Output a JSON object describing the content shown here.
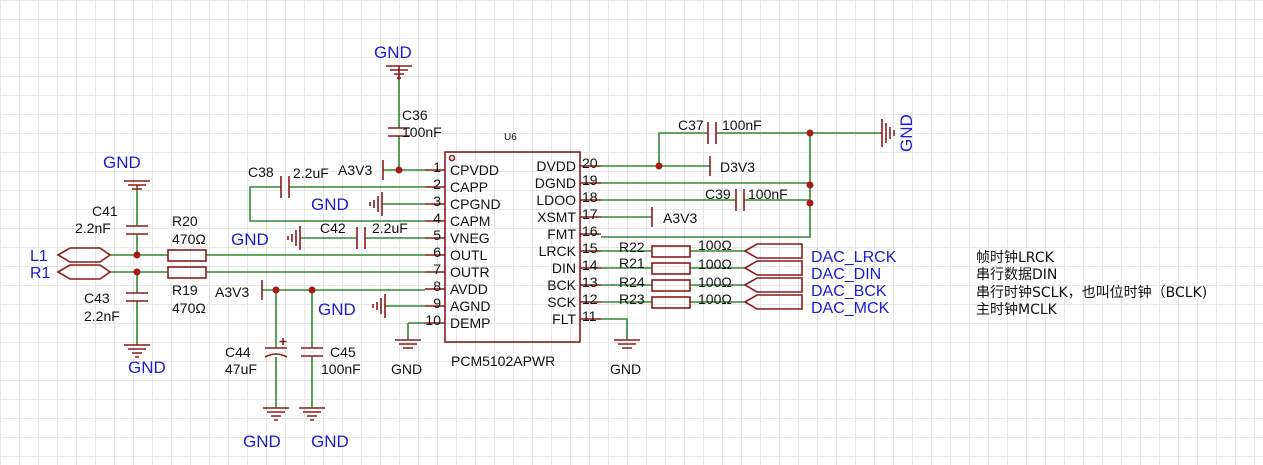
{
  "chip": {
    "refdes": "U6",
    "part": "PCM5102APWR",
    "left_pins": [
      {
        "num": "1",
        "name": "CPVDD"
      },
      {
        "num": "2",
        "name": "CAPP"
      },
      {
        "num": "3",
        "name": "CPGND"
      },
      {
        "num": "4",
        "name": "CAPM"
      },
      {
        "num": "5",
        "name": "VNEG"
      },
      {
        "num": "6",
        "name": "OUTL"
      },
      {
        "num": "7",
        "name": "OUTR"
      },
      {
        "num": "8",
        "name": "AVDD"
      },
      {
        "num": "9",
        "name": "AGND"
      },
      {
        "num": "10",
        "name": "DEMP"
      }
    ],
    "right_pins": [
      {
        "num": "20",
        "name": "DVDD"
      },
      {
        "num": "19",
        "name": "DGND"
      },
      {
        "num": "18",
        "name": "LDOO"
      },
      {
        "num": "17",
        "name": "XSMT"
      },
      {
        "num": "16",
        "name": "FMT"
      },
      {
        "num": "15",
        "name": "LRCK"
      },
      {
        "num": "14",
        "name": "DIN"
      },
      {
        "num": "13",
        "name": "BCK"
      },
      {
        "num": "12",
        "name": "SCK"
      },
      {
        "num": "11",
        "name": "FLT"
      }
    ]
  },
  "capacitors": {
    "c36": {
      "ref": "C36",
      "value": "100nF"
    },
    "c37": {
      "ref": "C37",
      "value": "100nF"
    },
    "c38": {
      "ref": "C38",
      "value": "2.2uF"
    },
    "c39": {
      "ref": "C39",
      "value": "100nF"
    },
    "c41": {
      "ref": "C41",
      "value": "2.2nF"
    },
    "c42": {
      "ref": "C42",
      "value": "2.2uF"
    },
    "c43": {
      "ref": "C43",
      "value": "2.2nF"
    },
    "c44": {
      "ref": "C44",
      "value": "47uF"
    },
    "c45": {
      "ref": "C45",
      "value": "100nF"
    }
  },
  "resistors": {
    "r19": {
      "ref": "R19",
      "value": "470Ω"
    },
    "r20": {
      "ref": "R20",
      "value": "470Ω"
    },
    "r21": {
      "ref": "R21",
      "value": "100Ω"
    },
    "r22": {
      "ref": "R22",
      "value": "100Ω"
    },
    "r23": {
      "ref": "R23",
      "value": "100Ω"
    },
    "r24": {
      "ref": "R24",
      "value": "100Ω"
    }
  },
  "nets": {
    "gnd": "GND",
    "a3v3": "A3V3",
    "d3v3": "D3V3",
    "l1": "L1",
    "r1": "R1",
    "dac_lrck": "DAC_LRCK",
    "dac_din": "DAC_DIN",
    "dac_bck": "DAC_BCK",
    "dac_mck": "DAC_MCK"
  },
  "notes": [
    "帧时钟LRCK",
    "串行数据DIN",
    "串行时钟SCLK，也叫位时钟（BCLK)",
    "主时钟MCLK"
  ],
  "colors": {
    "wire": "#2e8b2e",
    "part": "#8b1a1a",
    "junction": "#a81818",
    "net_label": "#1b1bd0"
  }
}
